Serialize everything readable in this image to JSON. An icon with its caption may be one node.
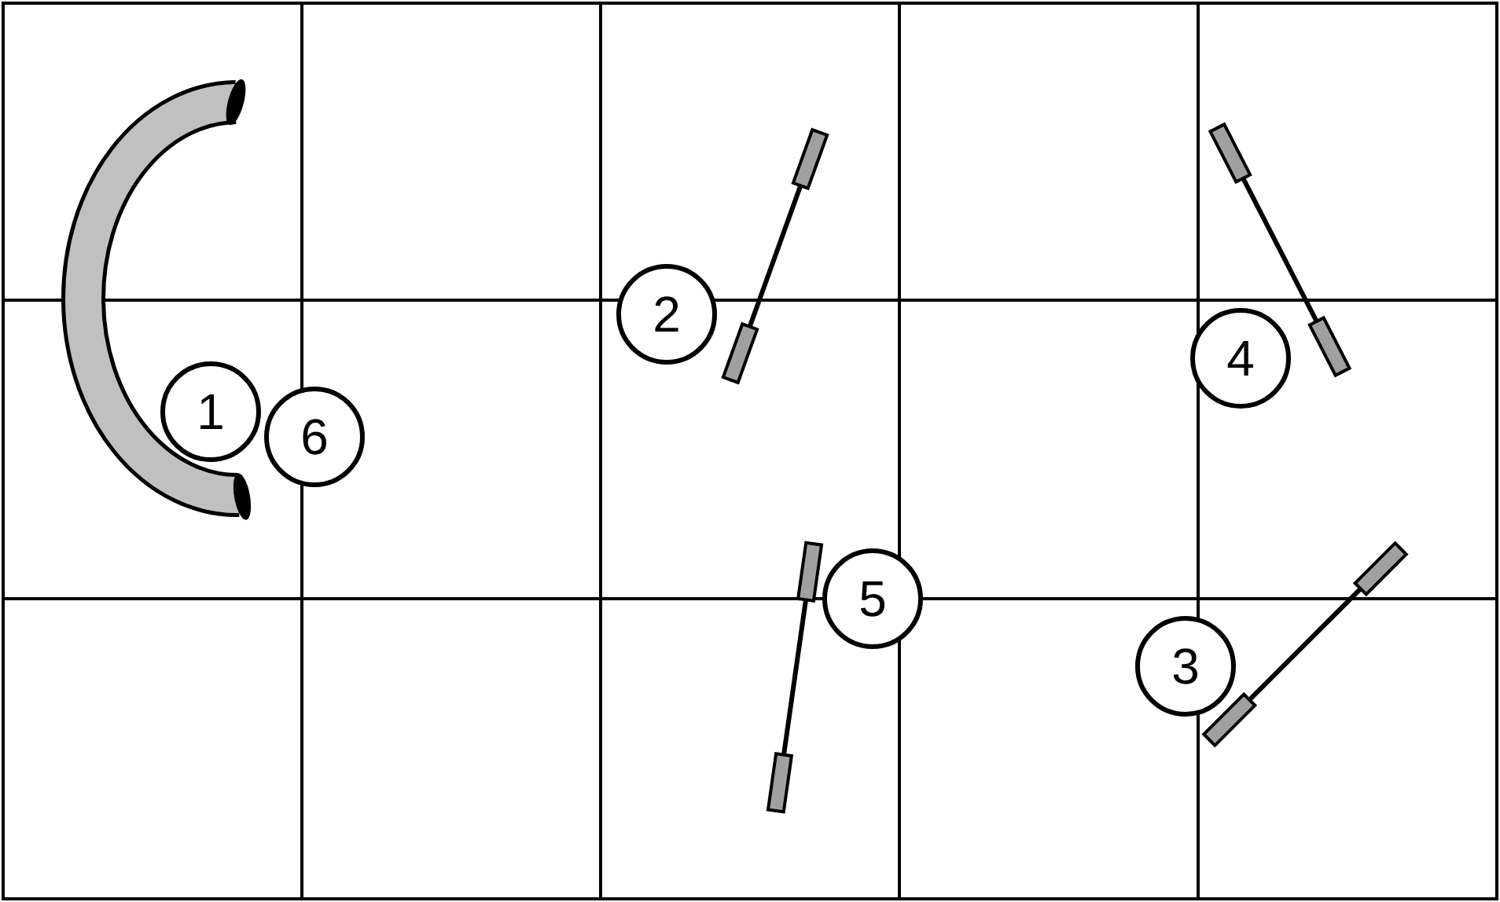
{
  "diagram": {
    "nodes": [
      {
        "text": [
          "1"
        ]
      },
      {
        "text": [
          "2"
        ]
      },
      {
        "text": [
          "3"
        ]
      },
      {
        "text": [
          "4"
        ]
      },
      {
        "text": [
          "5"
        ]
      },
      {
        "text": [
          "6"
        ]
      }
    ]
  }
}
